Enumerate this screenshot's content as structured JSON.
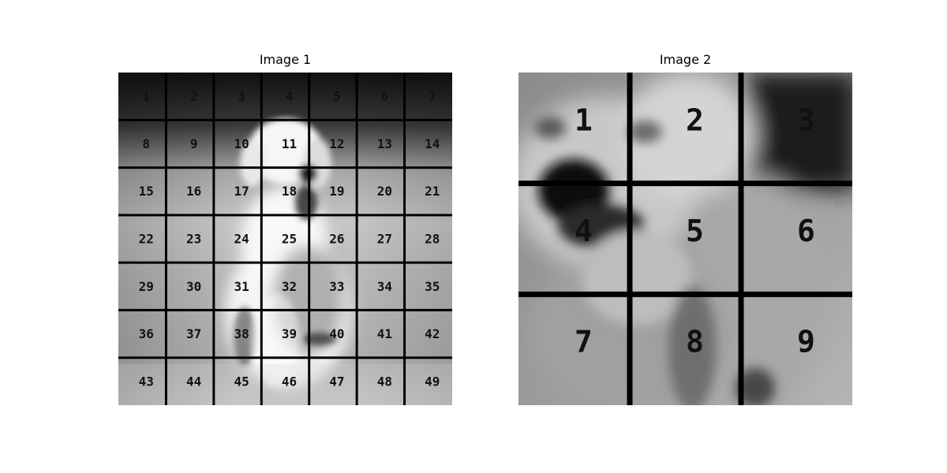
{
  "image_1": {
    "title": "Image 1",
    "grid_rows": 7,
    "grid_cols": 7,
    "cell_labels": [
      "1",
      "2",
      "3",
      "4",
      "5",
      "6",
      "7",
      "8",
      "9",
      "10",
      "11",
      "12",
      "13",
      "14",
      "15",
      "16",
      "17",
      "18",
      "19",
      "20",
      "21",
      "22",
      "23",
      "24",
      "25",
      "26",
      "27",
      "28",
      "29",
      "30",
      "31",
      "32",
      "33",
      "34",
      "35",
      "36",
      "37",
      "38",
      "39",
      "40",
      "41",
      "42",
      "43",
      "44",
      "45",
      "46",
      "47",
      "48",
      "49"
    ]
  },
  "image_2": {
    "title": "Image 2",
    "grid_rows": 3,
    "grid_cols": 3,
    "cell_labels": [
      "1",
      "2",
      "3",
      "4",
      "5",
      "6",
      "7",
      "8",
      "9"
    ]
  },
  "colors": {
    "grid_line": "#000000",
    "label": "#111111"
  }
}
